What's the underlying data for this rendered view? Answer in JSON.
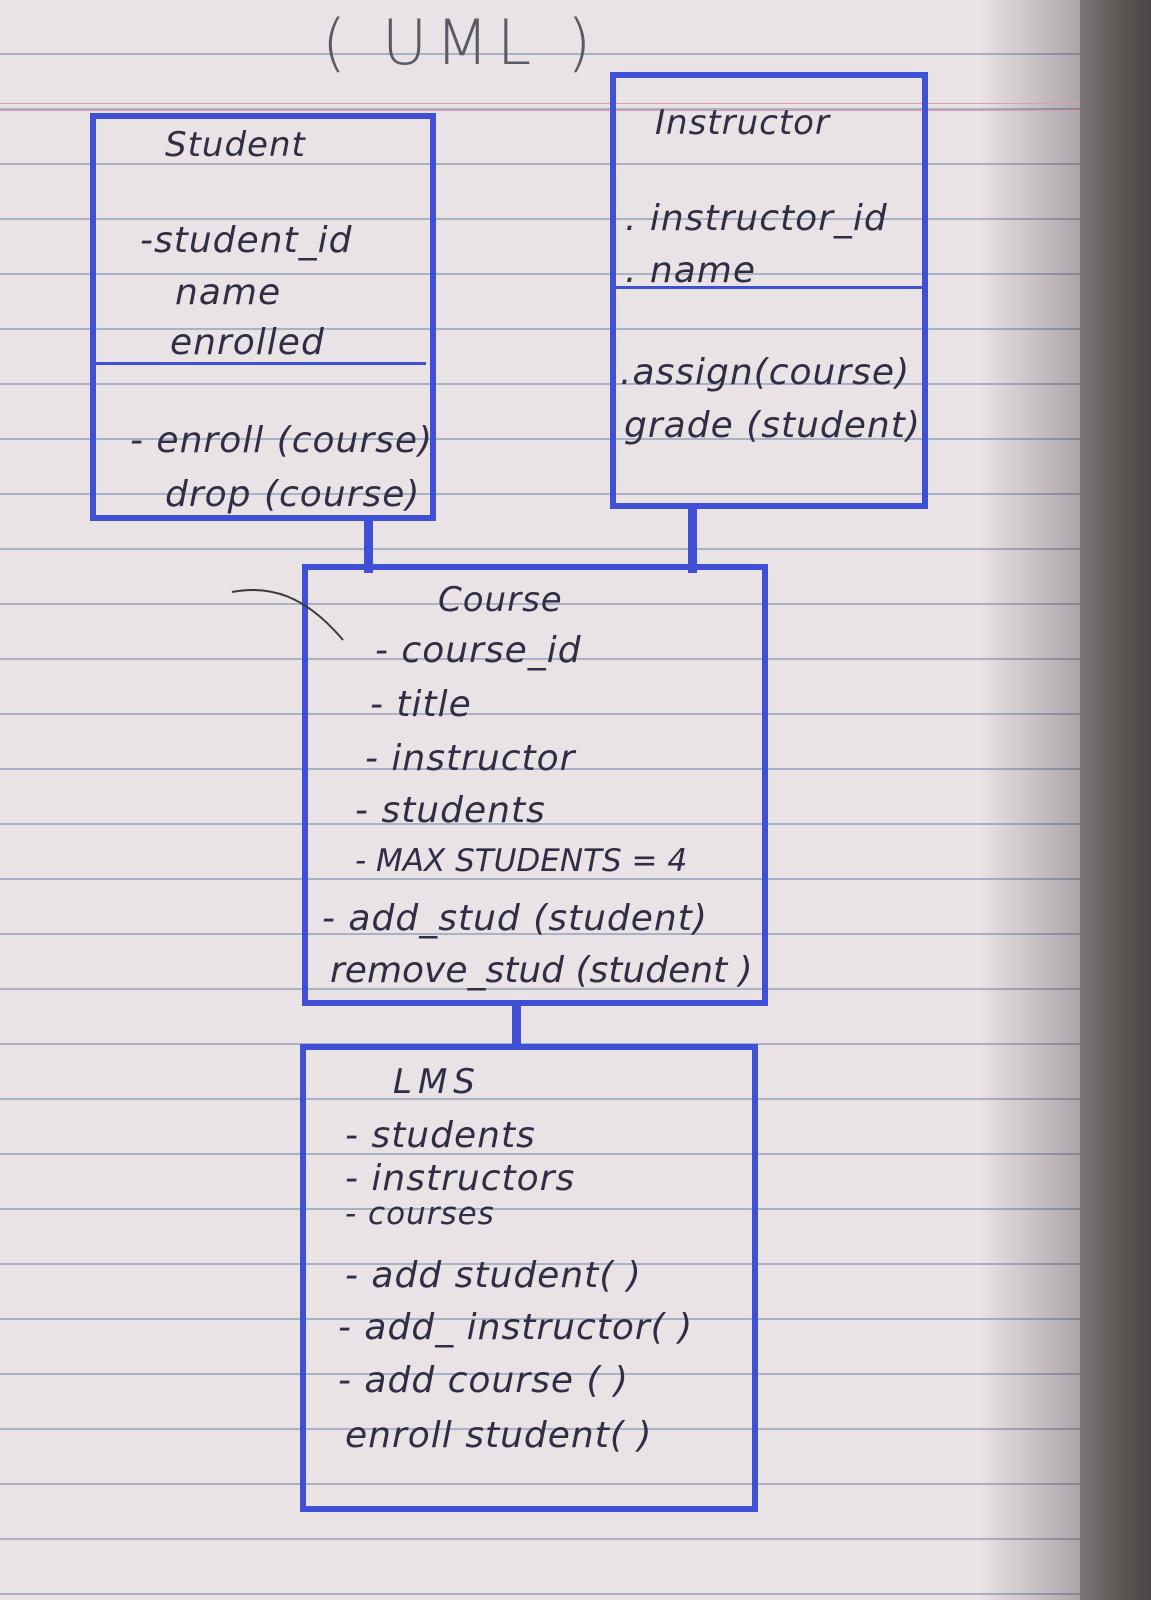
{
  "title": "( UML )",
  "classes": {
    "student": {
      "name": "Student",
      "attributes": [
        "-student_id",
        "name",
        "enrolled"
      ],
      "methods": [
        "- enroll (course)",
        "drop (course)"
      ]
    },
    "instructor": {
      "name": "Instructor",
      "attributes": [
        ". instructor_id",
        ". name"
      ],
      "methods": [
        ".assign(course)",
        "grade (student)"
      ]
    },
    "course": {
      "name": "Course",
      "attributes": [
        "- course_id",
        "- title",
        "- instructor",
        "- students",
        "- MAX STUDENTS = 4"
      ],
      "methods": [
        "- add_stud (student)",
        "remove_stud (student )"
      ]
    },
    "lms": {
      "name": "LMS",
      "attributes": [
        "- students",
        "- instructors",
        "- courses"
      ],
      "methods": [
        "- add student( )",
        "- add_ instructor( )",
        "- add course ( )",
        "enroll student( )"
      ]
    }
  },
  "colors": {
    "ink": "#3f4fd6",
    "pen": "#2e2e44",
    "paper": "#e9e3e6"
  }
}
